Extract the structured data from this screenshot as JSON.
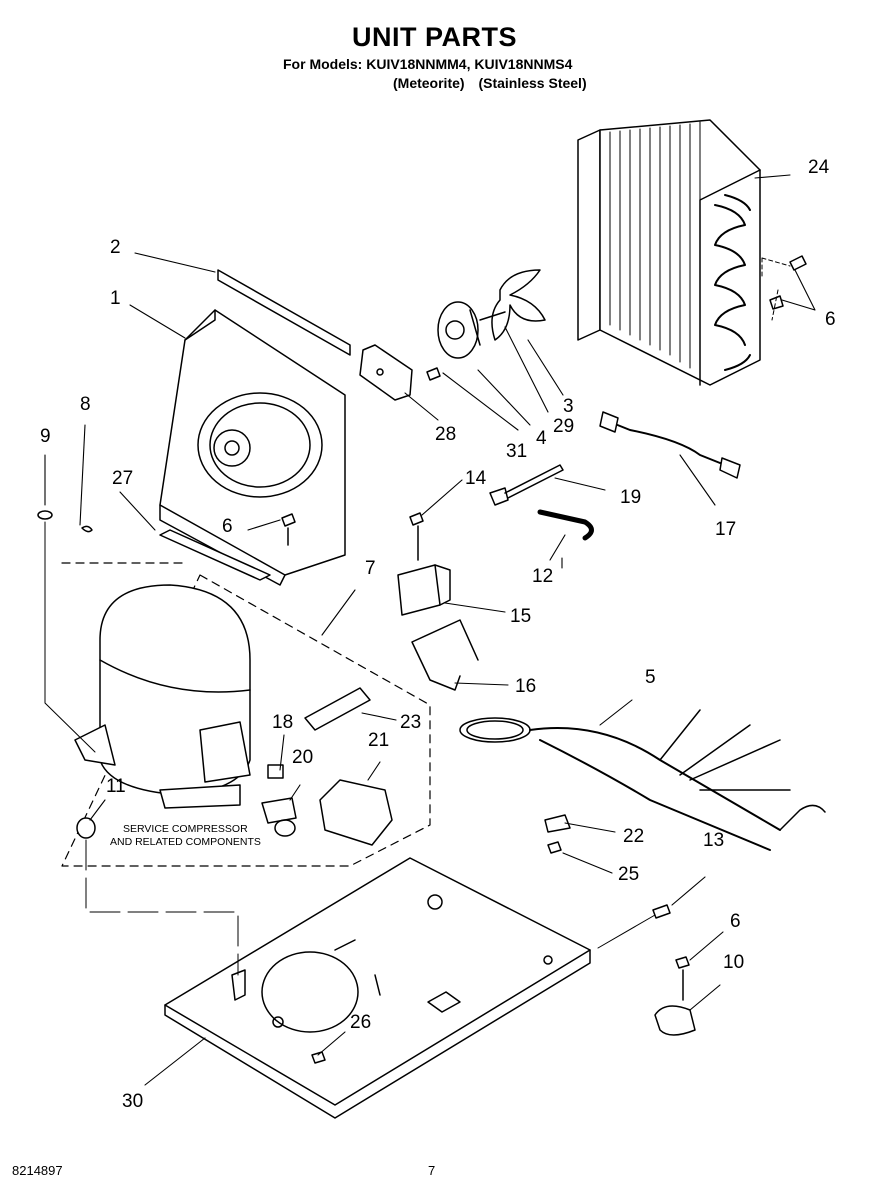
{
  "header": {
    "title": "UNIT PARTS",
    "models_line": "For Models: KUIV18NNMM4, KUIV18NNMS4",
    "variant_1": "(Meteorite)",
    "variant_2": "(Stainless Steel)"
  },
  "service_note": {
    "line1": "SERVICE COMPRESSOR",
    "line2": "AND RELATED COMPONENTS"
  },
  "callouts": {
    "c1": "1",
    "c2": "2",
    "c3": "3",
    "c4": "4",
    "c5": "5",
    "c6a": "6",
    "c6b": "6",
    "c6c": "6",
    "c7": "7",
    "c8": "8",
    "c9": "9",
    "c10": "10",
    "c11": "11",
    "c12": "12",
    "c13": "13",
    "c14": "14",
    "c15": "15",
    "c16": "16",
    "c17": "17",
    "c18": "18",
    "c19": "19",
    "c20": "20",
    "c21": "21",
    "c22": "22",
    "c23": "23",
    "c24": "24",
    "c25": "25",
    "c26": "26",
    "c27": "27",
    "c28": "28",
    "c29": "29",
    "c30": "30",
    "c31": "31"
  },
  "footer": {
    "doc_number": "8214897",
    "page_number": "7"
  }
}
